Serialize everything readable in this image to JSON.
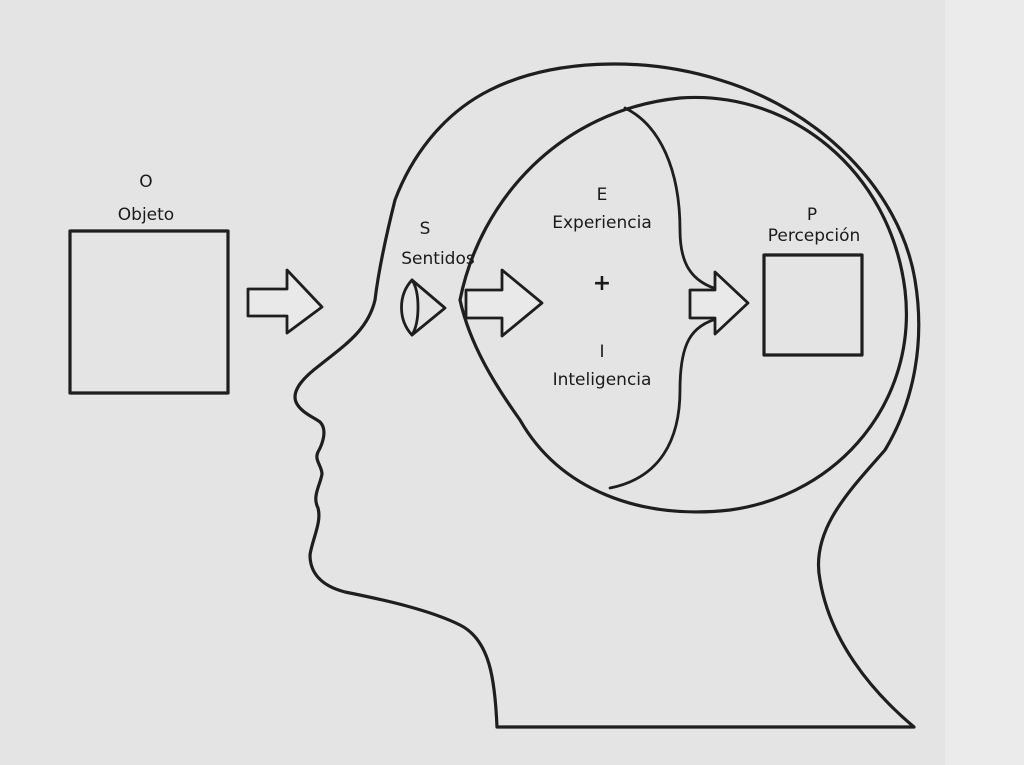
{
  "object": {
    "letter": "O",
    "label": "Objeto"
  },
  "senses": {
    "letter": "S",
    "label": "Sentidos"
  },
  "experience": {
    "letter": "E",
    "label": "Experiencia"
  },
  "plus": "+",
  "intelligence": {
    "letter": "I",
    "label": "Inteligencia"
  },
  "perception": {
    "letter": "P",
    "label": "Percepción"
  },
  "colors": {
    "paper": "#e4e4e4",
    "ink": "#1e1e1e"
  }
}
